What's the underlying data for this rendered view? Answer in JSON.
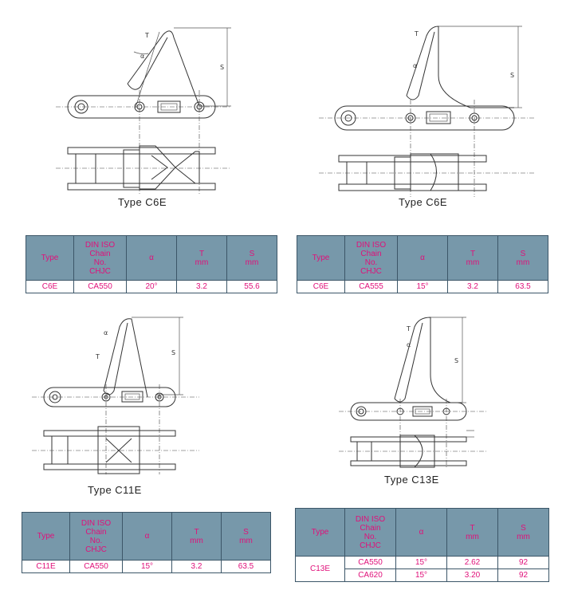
{
  "diagrams": [
    {
      "caption": "Type  C6E",
      "labels": {
        "S": "S",
        "T": "T",
        "alpha": "α"
      }
    },
    {
      "caption": "Type  C6E",
      "labels": {
        "S": "S",
        "T": "T",
        "alpha": "α"
      }
    },
    {
      "caption": "Type  C11E",
      "labels": {
        "S": "S",
        "T": "T",
        "alpha": "α"
      }
    },
    {
      "caption": "Type  C13E",
      "labels": {
        "S": "S",
        "T": "T",
        "alpha": "α"
      }
    }
  ],
  "tables": [
    {
      "headers": [
        "Type",
        "DIN ISO\nChain\nNo.\nCHJC",
        "α",
        "T\nmm",
        "S\nmm"
      ],
      "rows": [
        [
          "C6E",
          "CA550",
          "20°",
          "3.2",
          "55.6"
        ]
      ]
    },
    {
      "headers": [
        "Type",
        "DIN ISO\nChain\nNo.\nCHJC",
        "α",
        "T\nmm",
        "S\nmm"
      ],
      "rows": [
        [
          "C6E",
          "CA555",
          "15°",
          "3.2",
          "63.5"
        ]
      ]
    },
    {
      "headers": [
        "Type",
        "DIN ISO\nChain\nNo.\nCHJC",
        "α",
        "T\nmm",
        "S\nmm"
      ],
      "rows": [
        [
          "C11E",
          "CA550",
          "15°",
          "3.2",
          "63.5"
        ]
      ]
    },
    {
      "headers": [
        "Type",
        "DIN ISO\nChain\nNo.\nCHJC",
        "α",
        "T\nmm",
        "S\nmm"
      ],
      "type_cell": "C13E",
      "rows": [
        [
          "CA550",
          "15°",
          "2.62",
          "92"
        ],
        [
          "CA620",
          "15°",
          "3.20",
          "92"
        ]
      ]
    }
  ]
}
